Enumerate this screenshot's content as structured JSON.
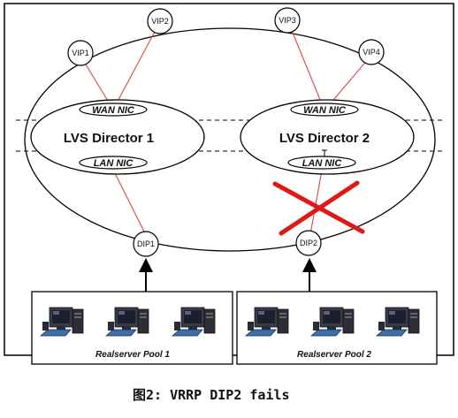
{
  "diagram": {
    "vips": [
      "VIP1",
      "VIP2",
      "VIP3",
      "VIP4"
    ],
    "dips": [
      "DIP1",
      "DIP2"
    ],
    "directors": [
      {
        "name": "LVS Director 1",
        "wan": "WAN NIC",
        "lan": "LAN NIC"
      },
      {
        "name": "LVS Director 2",
        "wan": "WAN NIC",
        "lan": "LAN NIC"
      }
    ],
    "pools": [
      "Realserver Pool 1",
      "Realserver Pool 2"
    ],
    "caption": "图2: VRRP DIP2 fails",
    "colors": {
      "link": "#e05050",
      "failure_mark": "#e01818",
      "line": "#000000"
    }
  }
}
